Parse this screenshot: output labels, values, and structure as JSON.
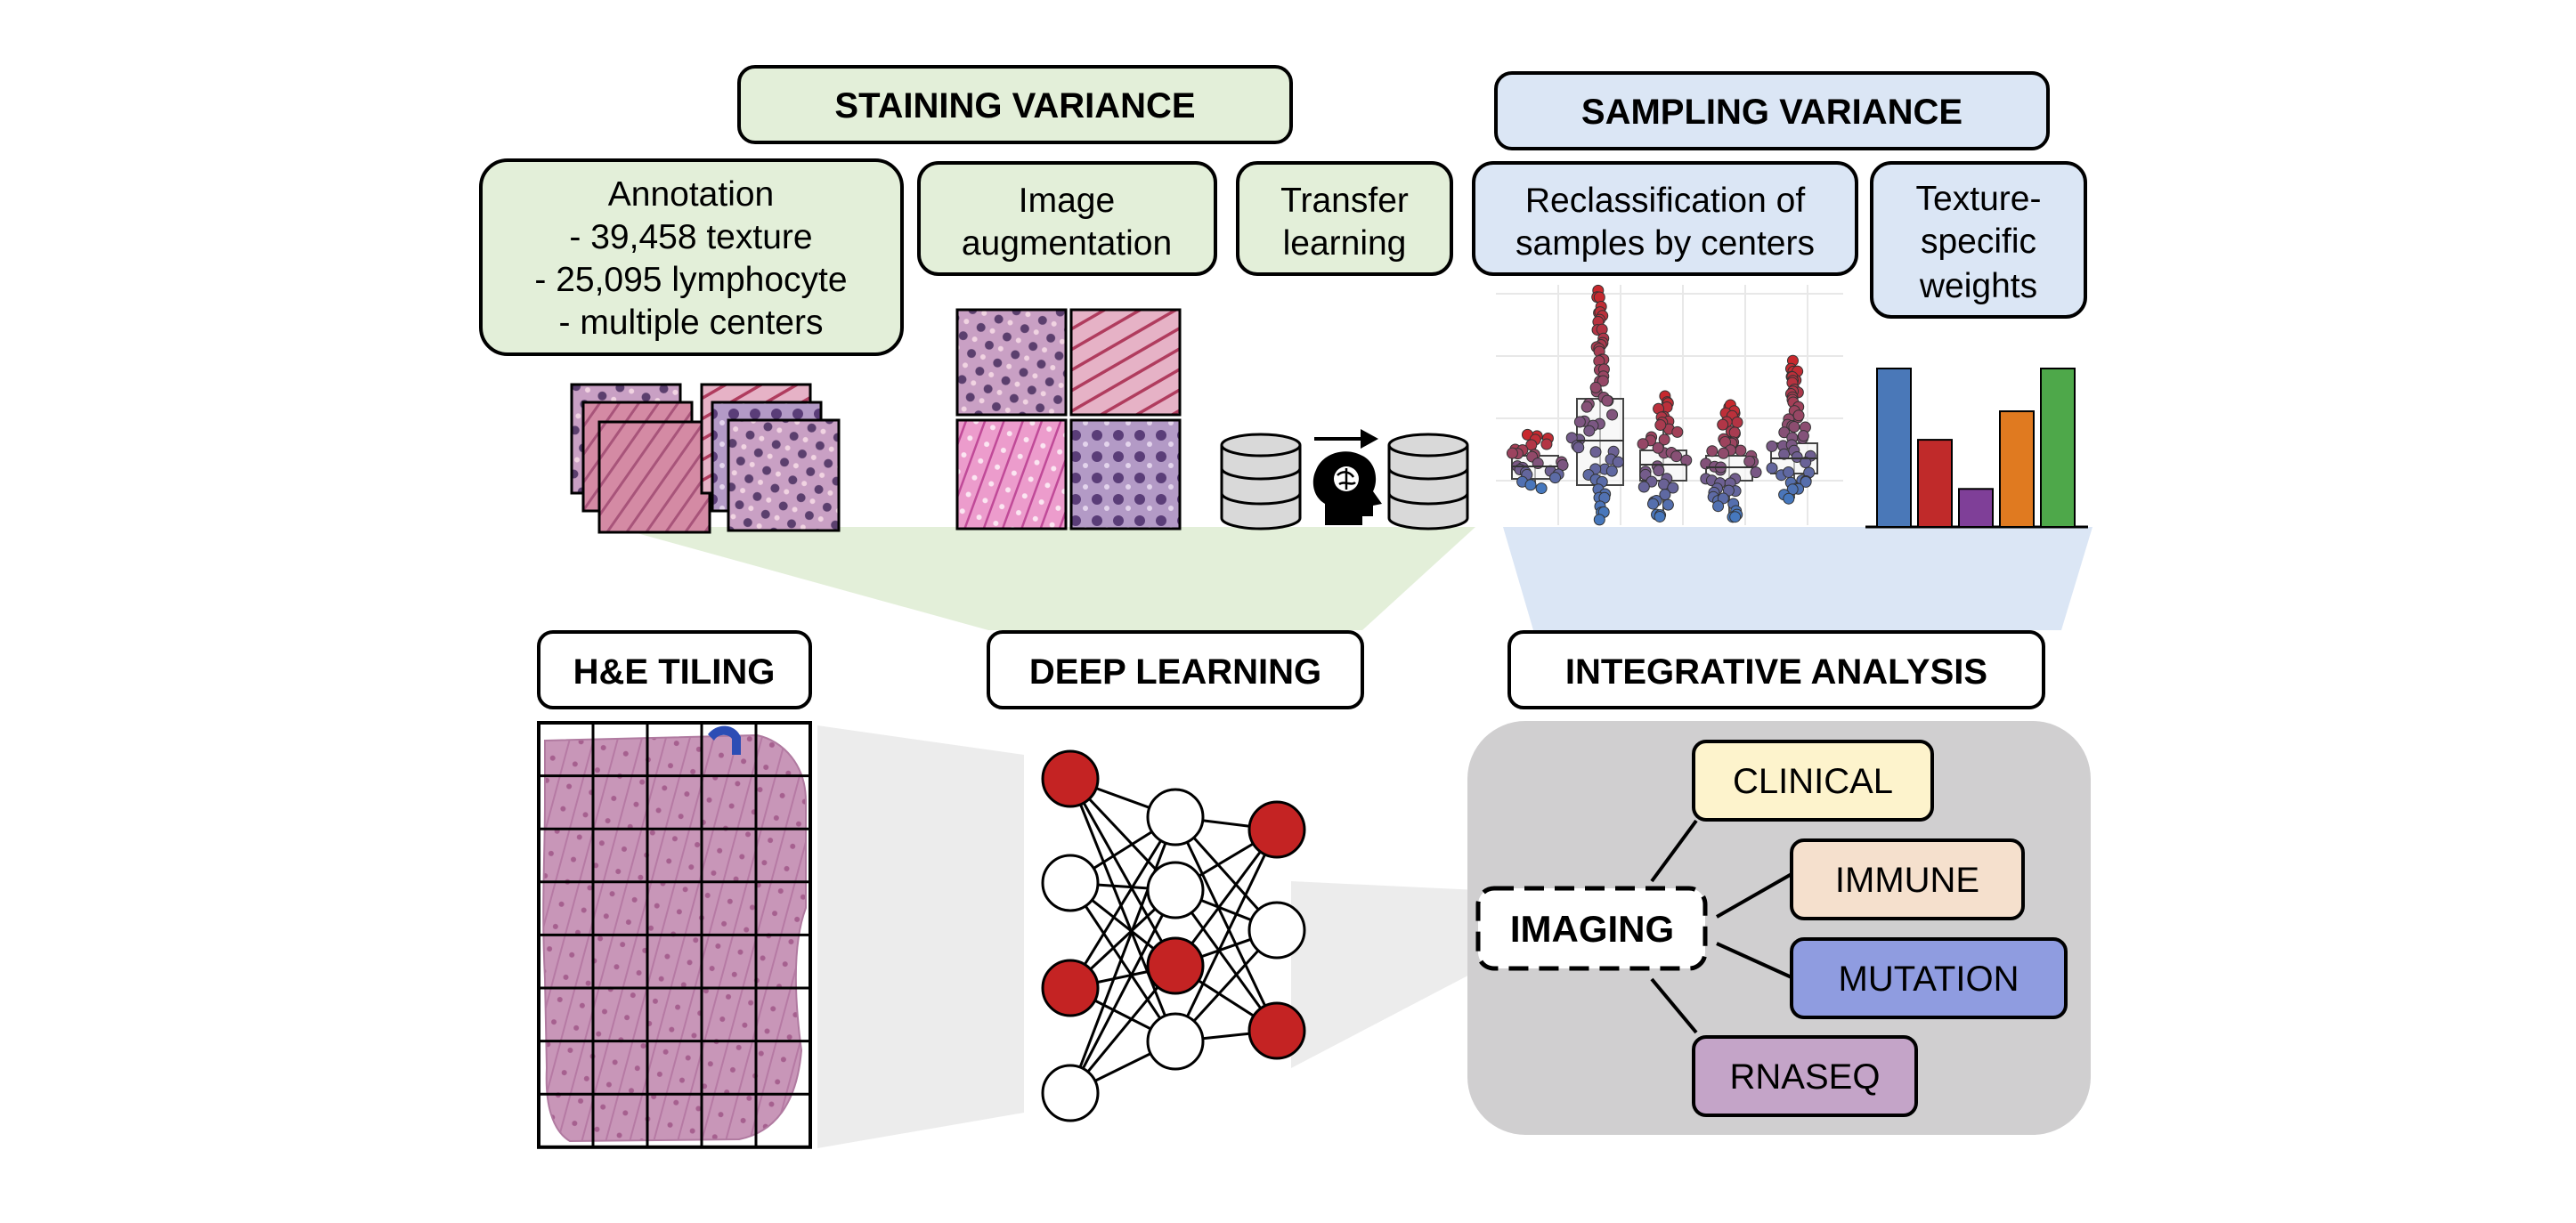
{
  "staining": {
    "header": "STAINING VARIANCE",
    "annotation": {
      "lines": [
        "Annotation",
        "- 39,458 texture",
        "- 25,095 lymphocyte",
        "- multiple centers"
      ]
    },
    "augmentation": {
      "lines": [
        "Image",
        "augmentation"
      ]
    },
    "transfer": {
      "lines": [
        "Transfer",
        "learning"
      ]
    }
  },
  "sampling": {
    "header": "SAMPLING VARIANCE",
    "reclassification": {
      "lines": [
        "Reclassification of",
        "samples by centers"
      ]
    },
    "weights": {
      "lines": [
        "Texture-",
        "specific",
        "weights"
      ]
    },
    "bar_weights": [
      {
        "value": 1.0,
        "color": "#4a78b8"
      },
      {
        "value": 0.55,
        "color": "#c02a2a"
      },
      {
        "value": 0.24,
        "color": "#7f3f98"
      },
      {
        "value": 0.73,
        "color": "#e07a20"
      },
      {
        "value": 1.0,
        "color": "#4ea84a"
      }
    ]
  },
  "tiling": {
    "header": "H&E TILING"
  },
  "deep_learning": {
    "header": "DEEP LEARNING"
  },
  "integrative": {
    "header": "INTEGRATIVE ANALYSIS",
    "center": "IMAGING",
    "nodes": {
      "clinical": {
        "label": "CLINICAL",
        "color": "#fdf3cc"
      },
      "immune": {
        "label": "IMMUNE",
        "color": "#f5e0cd"
      },
      "mutation": {
        "label": "MUTATION",
        "color": "#8f9ce0"
      },
      "rnaseq": {
        "label": "RNASEQ",
        "color": "#c4a4c8"
      }
    }
  },
  "colors": {
    "staining_fill": "#e3efd9",
    "sampling_fill": "#dbe6f5",
    "integrative_bg": "#d0cfd0",
    "neuron_red": "#c42323",
    "tissue": "#c896b8"
  }
}
